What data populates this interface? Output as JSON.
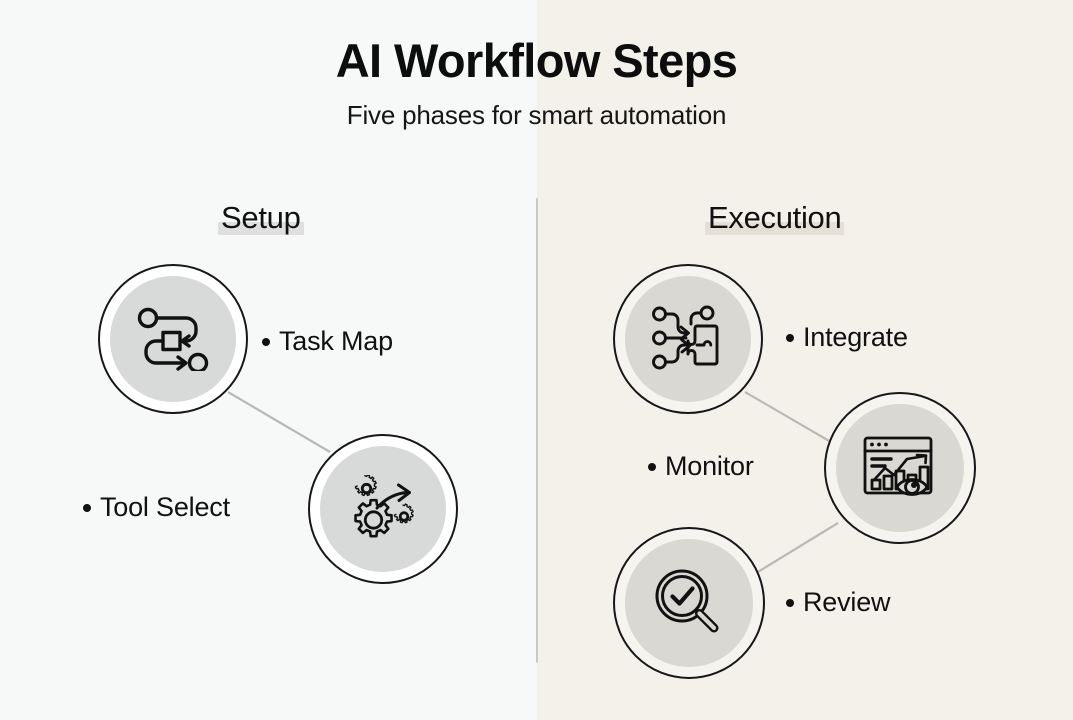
{
  "header": {
    "title": "AI Workflow Steps",
    "subtitle": "Five phases for smart automation"
  },
  "sections": [
    {
      "id": "setup",
      "label": "Setup"
    },
    {
      "id": "execution",
      "label": "Execution"
    }
  ],
  "nodes": [
    {
      "id": "task-map",
      "label": "Task Map",
      "icon": "workflow-path-icon",
      "section": "setup"
    },
    {
      "id": "tool-select",
      "label": "Tool Select",
      "icon": "gears-arrow-icon",
      "section": "setup"
    },
    {
      "id": "integrate",
      "label": "Integrate",
      "icon": "nodes-puzzle-icon",
      "section": "execution"
    },
    {
      "id": "monitor",
      "label": "Monitor",
      "icon": "dashboard-eye-icon",
      "section": "execution"
    },
    {
      "id": "review",
      "label": "Review",
      "icon": "magnifier-check-icon",
      "section": "execution"
    }
  ],
  "colors": {
    "background_left": "#f7f8f8",
    "background_right": "#f4f1ea",
    "divider": "#c9cac6",
    "node_outline": "#17171a",
    "node_disc_cool": "#d8d9d9",
    "node_disc_warm": "#d9d8d2",
    "connector": "#b9bab7",
    "text": "#111111",
    "highlight_cool": "#dfdfdf",
    "highlight_warm": "#e4e0d7"
  }
}
